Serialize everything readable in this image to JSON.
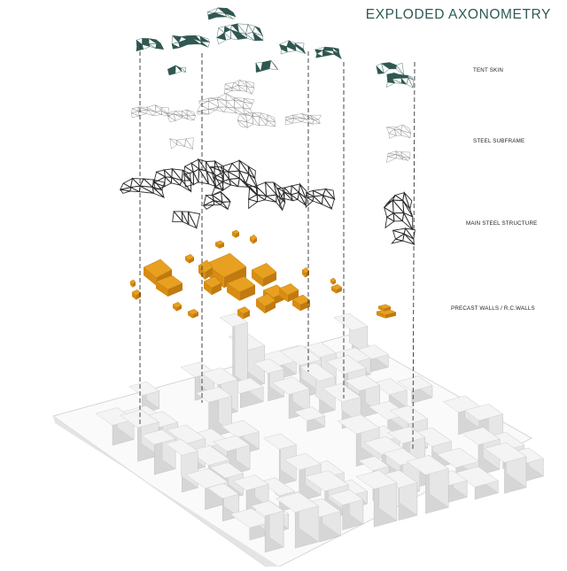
{
  "title": "EXPLODED AXONOMETRY",
  "layers": [
    {
      "label": "TENT SKIN"
    },
    {
      "label": "STEEL SUBFRAME"
    },
    {
      "label": "MAIN STEEL STRUCTURE"
    },
    {
      "label": "PRECAST WALLS / R.C.WALLS"
    }
  ],
  "colors": {
    "title": "#2e5a55",
    "tent_skin": "#2f5750",
    "steel_subframe": "#9a9a9a",
    "main_steel": "#2a2a2a",
    "precast_walls": "#e8a020",
    "precast_walls_dark": "#c07a10",
    "city_top": "#f4f4f4",
    "city_left": "#d6d6d6",
    "city_right": "#e6e6e6",
    "dashed_line": "#333333"
  }
}
